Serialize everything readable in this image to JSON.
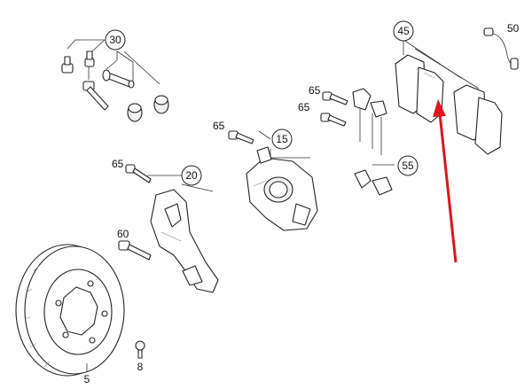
{
  "callouts": {
    "c30": "30",
    "c45": "45",
    "c50": "50",
    "c65a": "65",
    "c65b": "65",
    "c65c": "65",
    "c65d": "65",
    "c15": "15",
    "c20": "20",
    "c55": "55",
    "c60": "60",
    "c5": "5",
    "c8": "8"
  },
  "colors": {
    "ink": "#222222",
    "background": "#ffffff",
    "highlight_arrow": "#e0141b"
  }
}
